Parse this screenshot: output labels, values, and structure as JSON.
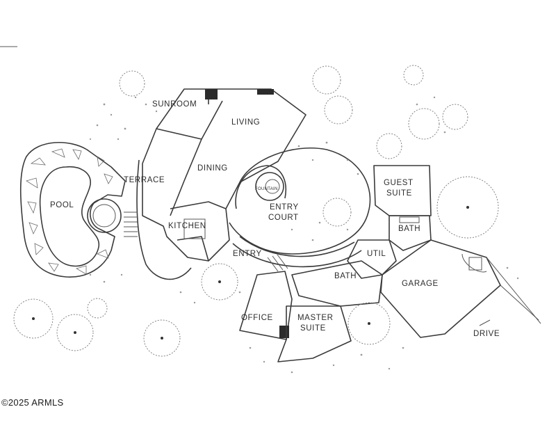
{
  "rooms": {
    "sunroom": "SUNROOM",
    "living": "LIVING",
    "dining": "DINING",
    "terrace": "TERRACE",
    "pool": "POOL",
    "kitchen": "KITCHEN",
    "fountain": "FOUNTAIN",
    "entry_court": [
      "ENTRY",
      "COURT"
    ],
    "entry": "ENTRY",
    "guest_suite": [
      "GUEST",
      "SUITE"
    ],
    "bath_guest": "BATH",
    "util": "UTIL",
    "bath_master": "BATH",
    "garage": "GARAGE",
    "office": "OFFICE",
    "master_suite": [
      "MASTER",
      "SUITE"
    ],
    "drive": "DRIVE"
  },
  "copyright": "©2025 ARMLS",
  "colors": {
    "line": "#3a3a3a",
    "landscape": "#777777",
    "text": "#2c2c2c"
  }
}
